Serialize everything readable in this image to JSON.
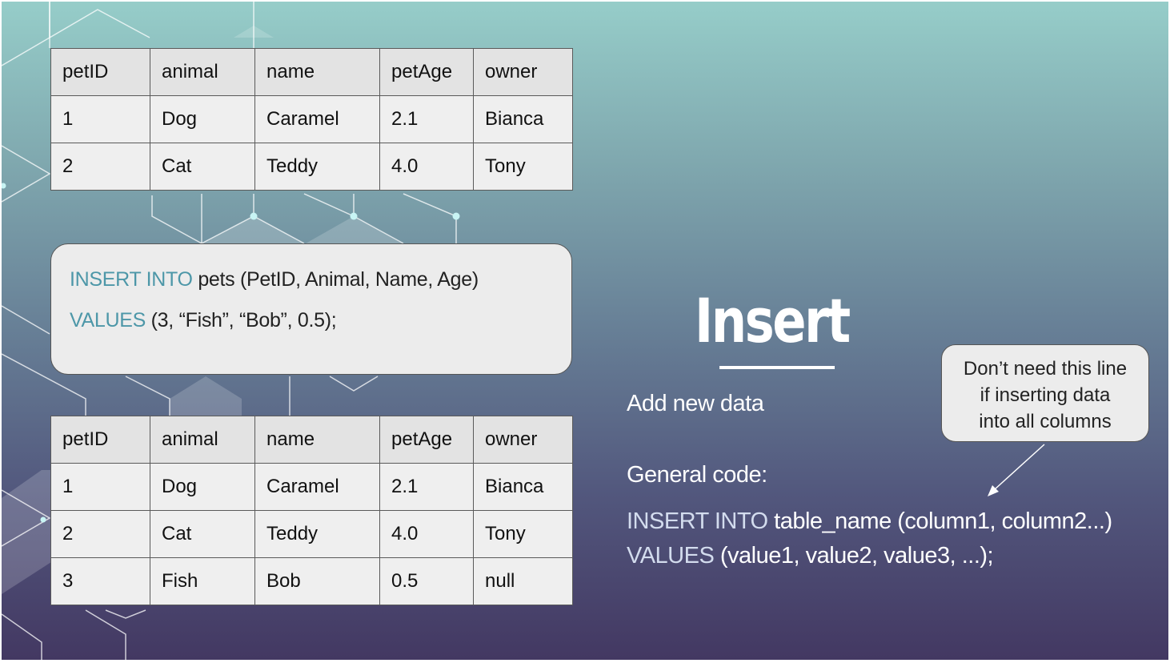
{
  "table_top": {
    "headers": [
      "petID",
      "animal",
      "name",
      "petAge",
      "owner"
    ],
    "rows": [
      [
        "1",
        "Dog",
        "Caramel",
        "2.1",
        "Bianca"
      ],
      [
        "2",
        "Cat",
        "Teddy",
        "4.0",
        "Tony"
      ]
    ]
  },
  "code_example": {
    "line1_keyword": "INSERT INTO",
    "line1_rest": " pets (PetID, Animal, Name, Age)",
    "line2_keyword": "VALUES",
    "line2_rest": " (3, “Fish”, “Bob”, 0.5);"
  },
  "table_bottom": {
    "headers": [
      "petID",
      "animal",
      "name",
      "petAge",
      "owner"
    ],
    "rows": [
      [
        "1",
        "Dog",
        "Caramel",
        "2.1",
        "Bianca"
      ],
      [
        "2",
        "Cat",
        "Teddy",
        "4.0",
        "Tony"
      ],
      [
        "3",
        "Fish",
        "Bob",
        "0.5",
        "null"
      ]
    ]
  },
  "title": "Insert",
  "subtitle": "Add new data",
  "general_label": "General code:",
  "general_code": {
    "line1_keyword": "INSERT INTO",
    "line1_rest": " table_name (column1, column2...)",
    "line2_keyword": "VALUES",
    "line2_rest": " (value1, value2, value3, ...);"
  },
  "note": {
    "line1": "Don’t need this line",
    "line2": "if inserting data",
    "line3": "into all columns"
  },
  "colors": {
    "keyword_in_box": "#4d97a8",
    "keyword_on_bg": "#d3dcee",
    "gradient_top": "#96cdc9",
    "gradient_bottom": "#433862"
  }
}
